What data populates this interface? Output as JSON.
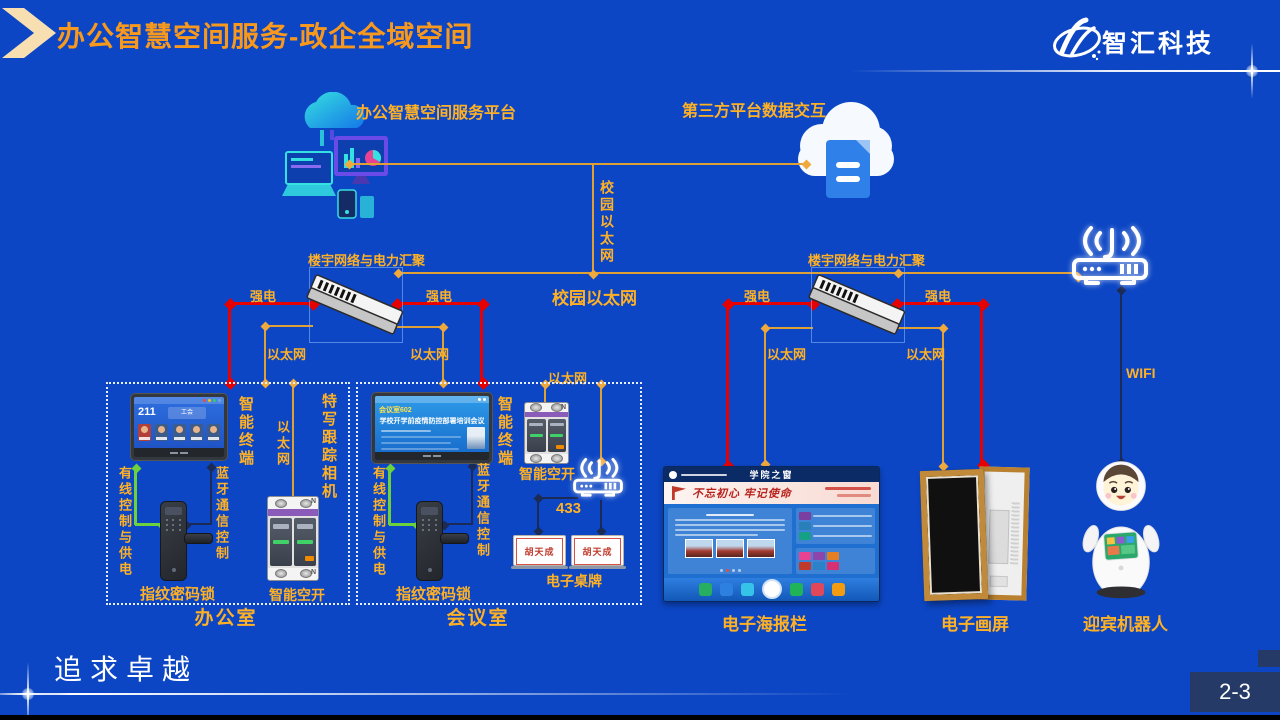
{
  "slide": {
    "title": "办公智慧空间服务-政企全域空间",
    "logo": "智汇科技",
    "slogan": "追求卓越",
    "page": "2-3"
  },
  "colors": {
    "background": "#0C46C4",
    "accent_orange": "#F8991D",
    "label_gold": "#FFB125",
    "line_gold": "#DFA036",
    "power_red": "#E60000",
    "link_navy": "#1B2B55",
    "control_green": "#6DD13E"
  },
  "platform": {
    "label": "办公智慧空间服务平台"
  },
  "third_party": {
    "label": "第三方平台数据交互"
  },
  "network": {
    "campus": "校园以太网",
    "aggregation": "楼宇网络与电力汇聚"
  },
  "labels": {
    "power": "强电",
    "ethernet": "以太网",
    "terminal": "智能终端",
    "wired": "有线控制与供电",
    "bluetooth": "蓝牙通信控制",
    "lock": "指纹密码锁",
    "breaker": "智能空开",
    "wifi": "WIFI",
    "rf": "433",
    "neutral": "N"
  },
  "office": {
    "title": "办公室",
    "camera": "特写跟踪相机",
    "screen": {
      "room": "211",
      "caption": "工会"
    }
  },
  "meeting": {
    "title": "会议室",
    "screen": {
      "room": "会议室602",
      "subject": "学校开学前疫情防控部署培训会议"
    },
    "desk_card": {
      "label": "电子桌牌",
      "name": "胡天成"
    }
  },
  "devices": {
    "poster": {
      "label": "电子海报栏",
      "header": "学院之窗",
      "banner": "不忘初心 牢记使命"
    },
    "painting": {
      "label": "电子画屏"
    },
    "robot": {
      "label": "迎宾机器人"
    }
  }
}
